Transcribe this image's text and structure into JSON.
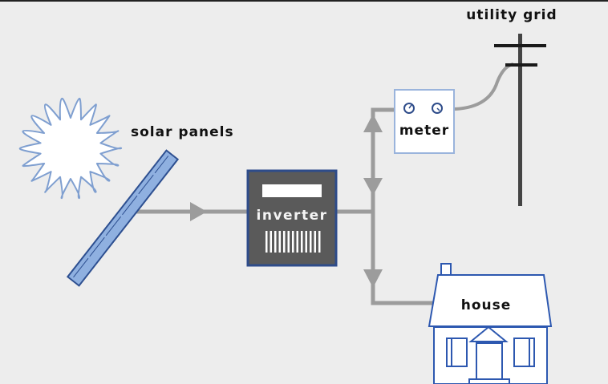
{
  "diagram": {
    "title": "Grid-tied solar power system",
    "labels": {
      "solar_panels": "solar panels",
      "inverter": "inverter",
      "meter": "meter",
      "utility_grid": "utility grid",
      "house": "house"
    },
    "components": [
      {
        "id": "sun",
        "icon": "sun-icon"
      },
      {
        "id": "solar_panels",
        "icon": "solar-panel-icon"
      },
      {
        "id": "inverter",
        "icon": "inverter-icon"
      },
      {
        "id": "meter",
        "icon": "meter-icon"
      },
      {
        "id": "utility_grid",
        "icon": "utility-pole-icon"
      },
      {
        "id": "house",
        "icon": "house-icon"
      }
    ],
    "connections": [
      {
        "from": "solar_panels",
        "to": "inverter",
        "direction": "one-way"
      },
      {
        "from": "inverter",
        "to": "meter",
        "direction": "two-way"
      },
      {
        "from": "meter",
        "to": "utility_grid",
        "direction": "line"
      },
      {
        "from": "inverter",
        "to": "house",
        "direction": "one-way"
      }
    ],
    "colors": {
      "background": "#ededed",
      "outline_blue": "#3a5fa8",
      "panel_fill": "#8fb0e0",
      "inverter_fill": "#5a5a5a",
      "connector_gray": "#9a9a9a",
      "pole": "#444444"
    }
  }
}
